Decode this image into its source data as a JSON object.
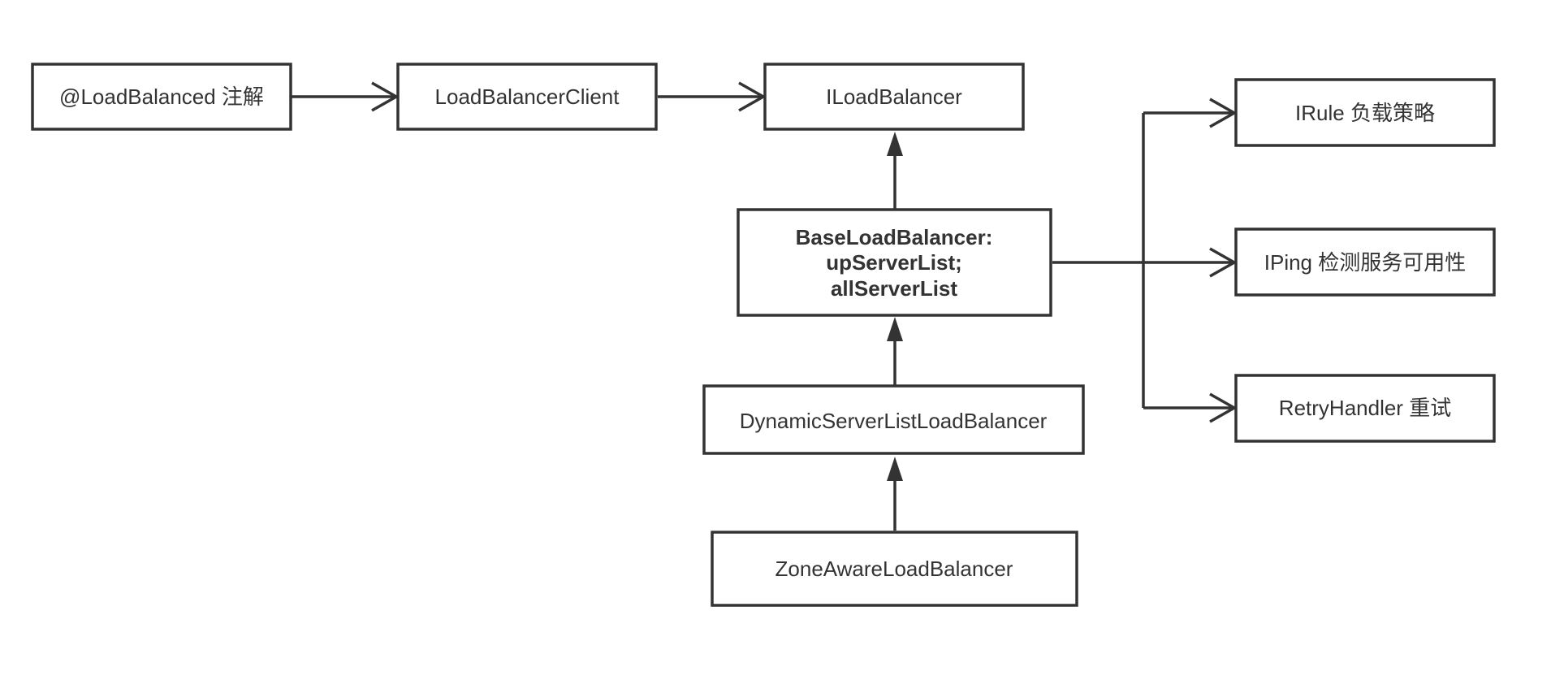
{
  "diagram": {
    "nodes": {
      "load_balanced": {
        "lines": [
          "@LoadBalanced 注解"
        ]
      },
      "load_balancer_client": {
        "lines": [
          "LoadBalancerClient"
        ]
      },
      "iload_balancer": {
        "lines": [
          "ILoadBalancer"
        ]
      },
      "base_load_balancer": {
        "lines": [
          "BaseLoadBalancer:",
          "upServerList;",
          "allServerList"
        ]
      },
      "dynamic_server_list_lb": {
        "lines": [
          "DynamicServerListLoadBalancer"
        ]
      },
      "zone_aware_lb": {
        "lines": [
          "ZoneAwareLoadBalancer"
        ]
      },
      "irule": {
        "lines": [
          "IRule 负载策略"
        ]
      },
      "iping": {
        "lines": [
          "IPing 检测服务可用性"
        ]
      },
      "retry_handler": {
        "lines": [
          "RetryHandler 重试"
        ]
      }
    },
    "edges": [
      {
        "from": "load_balanced",
        "to": "load_balancer_client",
        "style": "open-arrow"
      },
      {
        "from": "load_balancer_client",
        "to": "iload_balancer",
        "style": "open-arrow"
      },
      {
        "from": "base_load_balancer",
        "to": "iload_balancer",
        "style": "filled-arrow"
      },
      {
        "from": "dynamic_server_list_lb",
        "to": "base_load_balancer",
        "style": "filled-arrow"
      },
      {
        "from": "zone_aware_lb",
        "to": "dynamic_server_list_lb",
        "style": "filled-arrow"
      },
      {
        "from": "base_load_balancer",
        "to": "irule",
        "style": "open-arrow"
      },
      {
        "from": "base_load_balancer",
        "to": "iping",
        "style": "open-arrow"
      },
      {
        "from": "base_load_balancer",
        "to": "retry_handler",
        "style": "open-arrow"
      }
    ],
    "colors": {
      "stroke": "#333333",
      "text": "#333333",
      "background": "#ffffff"
    }
  }
}
